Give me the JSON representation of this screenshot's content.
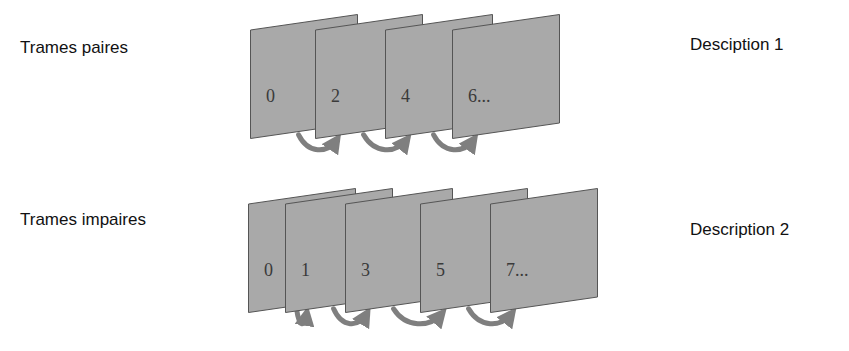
{
  "diagram": {
    "nodes": [
      {
        "text": [
          "0"
        ]
      },
      {
        "text": [
          "2"
        ]
      },
      {
        "text": [
          "4"
        ]
      },
      {
        "text": [
          "6..."
        ]
      },
      {
        "text": [
          "0"
        ]
      },
      {
        "text": [
          "1"
        ]
      },
      {
        "text": [
          "3"
        ]
      },
      {
        "text": [
          "5"
        ]
      },
      {
        "text": [
          "7..."
        ]
      }
    ],
    "edges": [
      {
        "from": 0,
        "to": 1,
        "arrow": "to"
      },
      {
        "from": 1,
        "to": 2,
        "arrow": "to"
      },
      {
        "from": 2,
        "to": 3,
        "arrow": "to"
      },
      {
        "from": 4,
        "to": 5,
        "arrow": "to"
      },
      {
        "from": 5,
        "to": 6,
        "arrow": "to"
      },
      {
        "from": 6,
        "to": 7,
        "arrow": "to"
      },
      {
        "from": 7,
        "to": 8,
        "arrow": "to"
      }
    ],
    "labels": [
      "Trames paires",
      "Trames impaires",
      "Desciption 1",
      "Description 2"
    ]
  }
}
